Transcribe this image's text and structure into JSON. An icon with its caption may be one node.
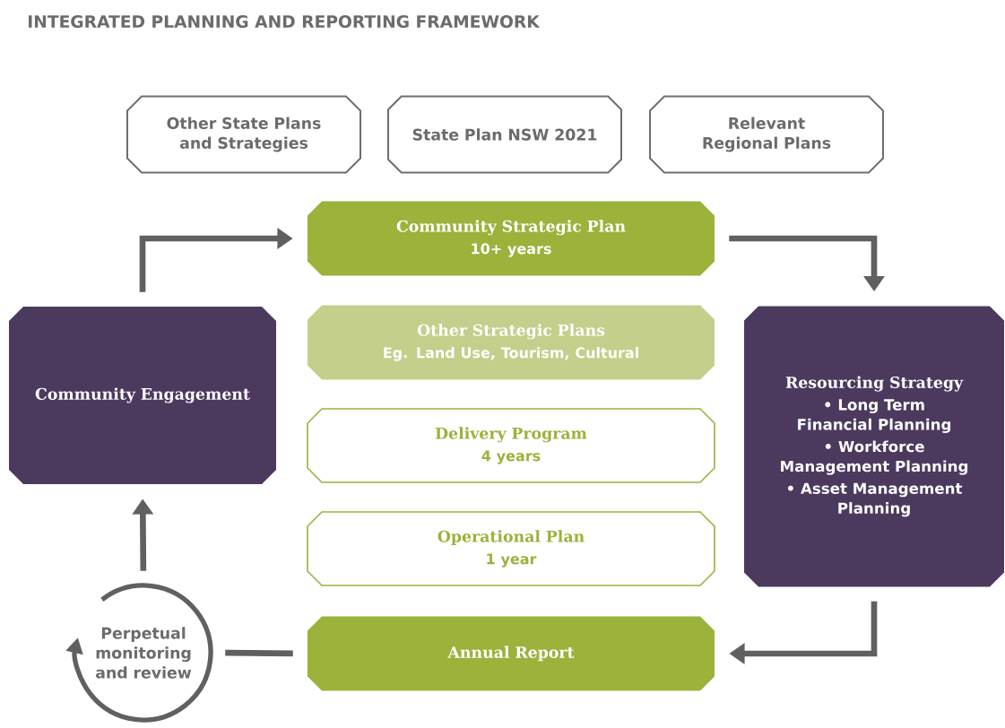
{
  "diagram": {
    "title": "INTEGRATED PLANNING AND REPORTING FRAMEWORK",
    "nodes": [
      {
        "text": [
          "Other State Plans and Strategies"
        ]
      },
      {
        "text": [
          "State Plan NSW 2021"
        ]
      },
      {
        "text": [
          "Relevant Regional Plans"
        ]
      },
      {
        "text": [
          "Community Strategic Plan",
          "10+ years"
        ]
      },
      {
        "text": [
          "Other Strategic Plans",
          "Eg. Land Use, Tourism, Cultural"
        ]
      },
      {
        "text": [
          "Delivery Program",
          "4 years"
        ]
      },
      {
        "text": [
          "Operational Plan",
          "1 year"
        ]
      },
      {
        "text": [
          "Community Engagement"
        ]
      },
      {
        "text": [
          "Resourcing Strategy",
          "• Long Term Financial Planning",
          "• Workforce Management Planning",
          "• Asset Management Planning"
        ]
      },
      {
        "text": [
          "Annual Report"
        ]
      },
      {
        "text": [
          "Perpetual monitoring and review"
        ]
      }
    ],
    "edges": [
      {
        "from": 7,
        "to": 3,
        "arrow": "to"
      },
      {
        "from": 3,
        "to": 8,
        "arrow": "to"
      },
      {
        "from": 8,
        "to": 9,
        "arrow": "to"
      },
      {
        "from": 9,
        "to": 10,
        "arrow": "none"
      },
      {
        "from": 10,
        "to": 7,
        "arrow": "to"
      }
    ]
  }
}
